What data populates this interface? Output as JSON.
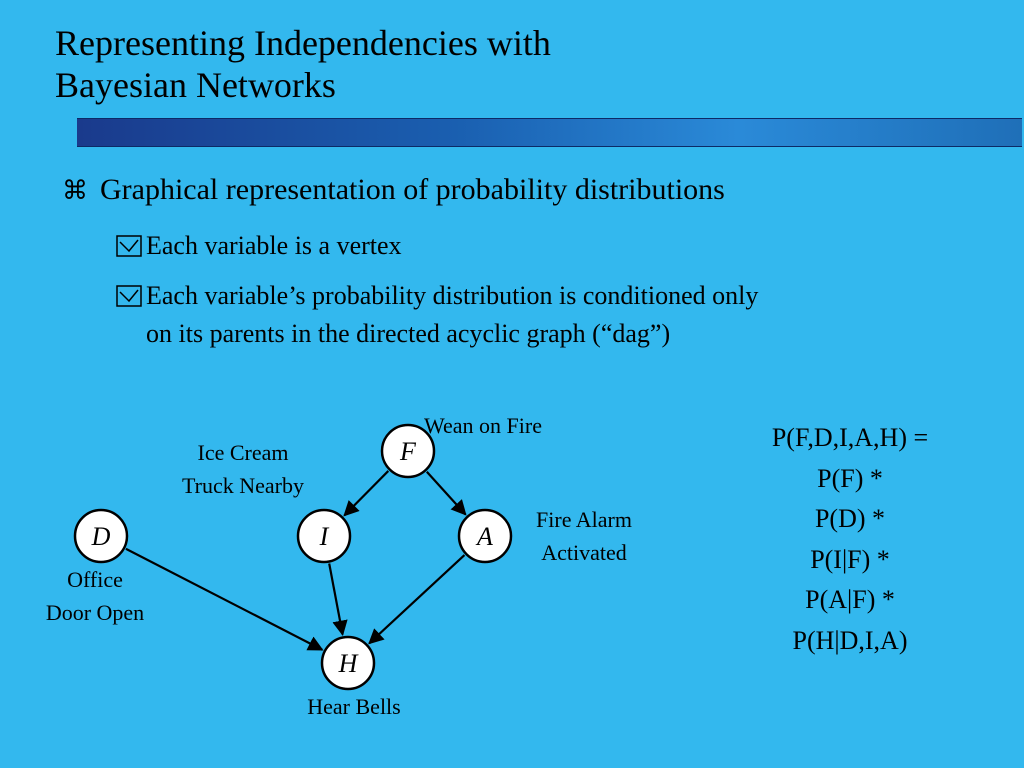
{
  "slide": {
    "title_lines": [
      "Representing Independencies with",
      "Bayesian Networks"
    ],
    "bullets": {
      "main": "Graphical representation of probability distributions",
      "sub1": "Each variable is a vertex",
      "sub2_line1": "Each variable’s probability distribution is conditioned only",
      "sub2_line2": "on its parents in the directed acyclic graph (“dag”)"
    },
    "icons": {
      "main_bullet": "command-key-icon",
      "sub_bullet": "checkbox-icon"
    }
  },
  "graph": {
    "nodes": {
      "F": {
        "letter": "F",
        "label_lines": [
          "Wean on Fire"
        ]
      },
      "I": {
        "letter": "I",
        "label_lines": [
          "Ice Cream",
          "Truck Nearby"
        ]
      },
      "A": {
        "letter": "A",
        "label_lines": [
          "Fire Alarm",
          "Activated"
        ]
      },
      "D": {
        "letter": "D",
        "label_lines": [
          "Office",
          "Door Open"
        ]
      },
      "H": {
        "letter": "H",
        "label_lines": [
          "Hear Bells"
        ]
      }
    },
    "edges": [
      [
        "F",
        "I"
      ],
      [
        "F",
        "A"
      ],
      [
        "D",
        "H"
      ],
      [
        "I",
        "H"
      ],
      [
        "A",
        "H"
      ]
    ]
  },
  "formula": {
    "lines": [
      "P(F,D,I,A,H) =",
      "P(F) *",
      "P(D) *",
      "P(I|F) *",
      "P(A|F) *",
      "P(H|D,I,A)"
    ]
  },
  "colors": {
    "background": "#33b8ee",
    "bar": "#1a5fb0",
    "node_fill": "#ffffff"
  }
}
